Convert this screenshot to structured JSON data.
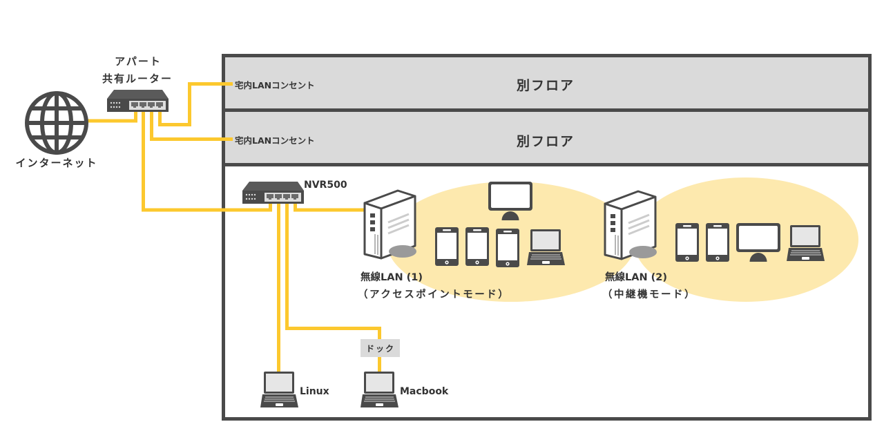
{
  "internet": {
    "label": "インターネット",
    "icon": "globe-icon"
  },
  "router": {
    "label_line1": "アパート",
    "label_line2": "共有ルーター",
    "icon": "router-icon"
  },
  "floors": [
    {
      "name": "別フロア",
      "outlet": "宅内LANコンセント"
    },
    {
      "name": "別フロア",
      "outlet": "宅内LANコンセント"
    }
  ],
  "nvr": {
    "label": "NVR500",
    "icon": "router-icon"
  },
  "wireless": [
    {
      "name": "無線LAN (1)",
      "mode": "（アクセスポイントモード）",
      "devices": [
        "monitor",
        "smartphone",
        "smartphone",
        "smartphone",
        "laptop"
      ]
    },
    {
      "name": "無線LAN (2)",
      "mode": "（中継機モード）",
      "devices": [
        "smartphone",
        "smartphone",
        "monitor",
        "laptop"
      ]
    }
  ],
  "dock": {
    "label": "ドック"
  },
  "computers": [
    {
      "label": "Linux",
      "icon": "laptop-icon"
    },
    {
      "label": "Macbook",
      "icon": "laptop-icon"
    }
  ],
  "colors": {
    "cable": "#fcc82e",
    "coverage": "#fde9ae",
    "frame": "#4a4a4a",
    "floor": "#dadada",
    "device": "#4a4a4a"
  }
}
